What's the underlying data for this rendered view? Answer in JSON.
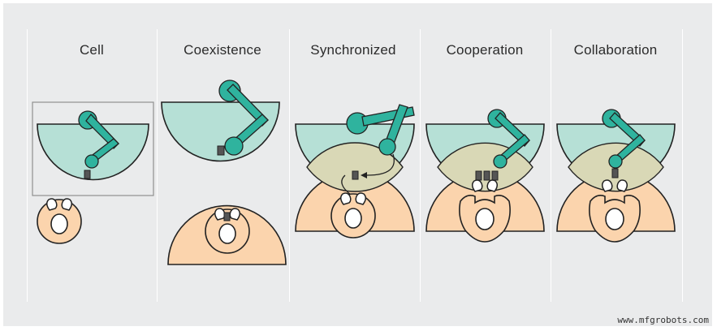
{
  "columns": [
    {
      "id": "cell",
      "title": "Cell"
    },
    {
      "id": "coexistence",
      "title": "Coexistence"
    },
    {
      "id": "synchronized",
      "title": "Synchronized"
    },
    {
      "id": "cooperation",
      "title": "Cooperation"
    },
    {
      "id": "collaboration",
      "title": "Collaboration"
    }
  ],
  "watermark": "www.mfgrobots.com",
  "colors": {
    "robot_zone": "#b6e0d6",
    "human_zone": "#fbd4ad",
    "overlap_zone": "#d9d8b6",
    "robot_arm": "#2fb39e",
    "outline": "#222222",
    "background": "#eaebec"
  }
}
